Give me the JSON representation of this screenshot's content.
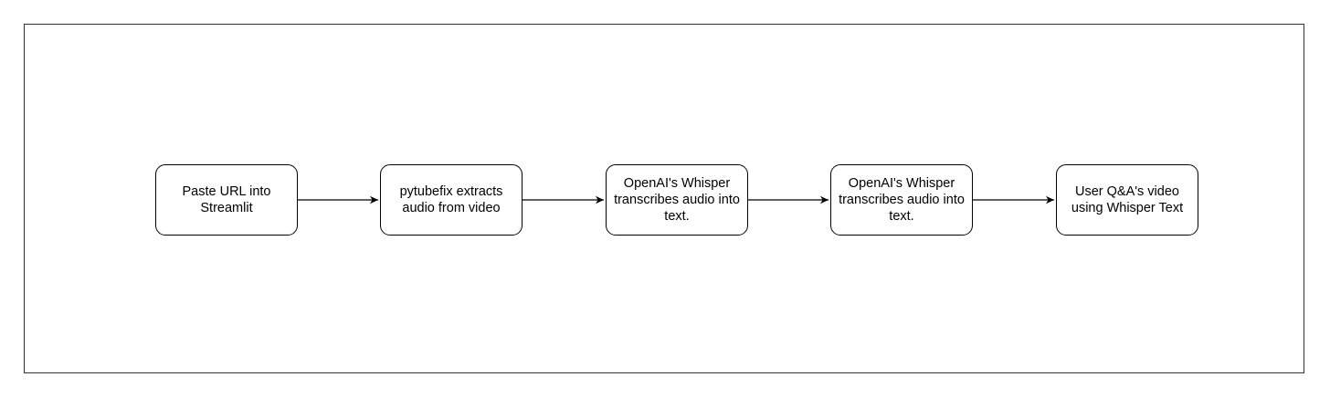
{
  "diagram": {
    "type": "flowchart",
    "direction": "left-to-right",
    "nodes": [
      {
        "id": "n1",
        "label": "Paste URL into Streamlit"
      },
      {
        "id": "n2",
        "label": "pytubefix extracts audio from video"
      },
      {
        "id": "n3",
        "label": "OpenAI's Whisper transcribes audio into text."
      },
      {
        "id": "n4",
        "label": "OpenAI's Whisper transcribes audio into text."
      },
      {
        "id": "n5",
        "label": "User Q&A's video using Whisper Text"
      }
    ],
    "edges": [
      {
        "from": "n1",
        "to": "n2"
      },
      {
        "from": "n2",
        "to": "n3"
      },
      {
        "from": "n3",
        "to": "n4"
      },
      {
        "from": "n4",
        "to": "n5"
      }
    ],
    "colors": {
      "stroke": "#000000",
      "fill": "#ffffff",
      "frame": "#333333"
    }
  }
}
